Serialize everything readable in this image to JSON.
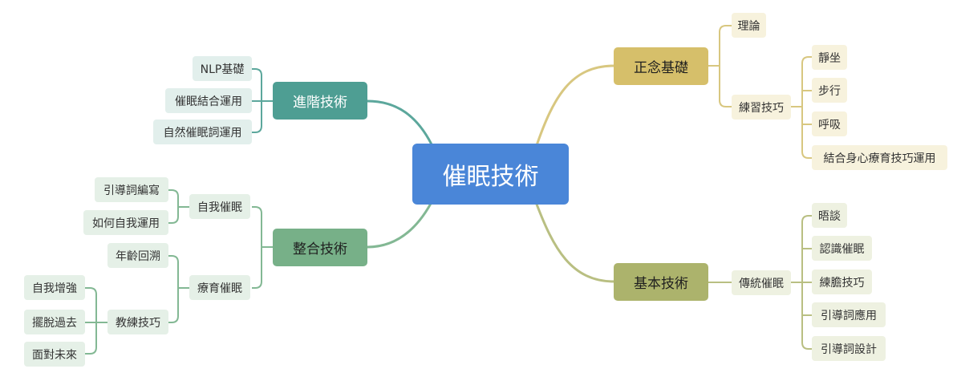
{
  "root": {
    "label": "催眠技術",
    "color": "#4a86d8"
  },
  "branches": {
    "mindfulness": {
      "label": "正念基礎",
      "color": "#d6bf6a",
      "line": "#d8c780",
      "children": {
        "theory": "理論",
        "practice": {
          "label": "練習技巧",
          "children": [
            "靜坐",
            "步行",
            "呼吸",
            "結合身心療育技巧運用"
          ]
        }
      }
    },
    "basic": {
      "label": "基本技術",
      "color": "#acb36c",
      "line": "#b9bf82",
      "children": {
        "traditional": {
          "label": "傳統催眠",
          "children": [
            "晤談",
            "認識催眠",
            "練膽技巧",
            "引導詞應用",
            "引導詞設計"
          ]
        }
      }
    },
    "advanced": {
      "label": "進階技術",
      "color": "#4e9e93",
      "line": "#5ca79c",
      "children": [
        "NLP基礎",
        "催眠結合運用",
        "自然催眠詞運用"
      ]
    },
    "integration": {
      "label": "整合技術",
      "color": "#77b088",
      "line": "#83b894",
      "children": {
        "self": {
          "label": "自我催眠",
          "children": [
            "引導詞編寫",
            "如何自我運用"
          ]
        },
        "therapy": {
          "label": "療育催眠",
          "children": {
            "age": "年齡回溯",
            "coaching": {
              "label": "教練技巧",
              "children": [
                "自我增強",
                "擺脫過去",
                "面對未來"
              ]
            }
          }
        }
      }
    }
  }
}
